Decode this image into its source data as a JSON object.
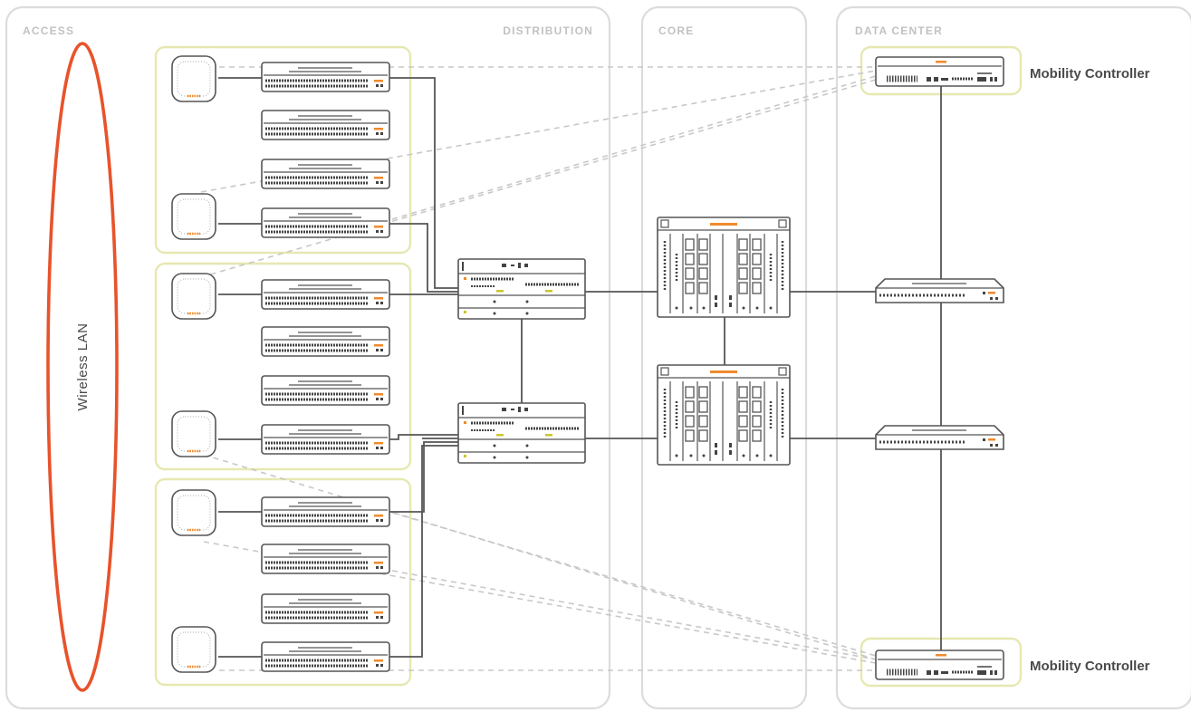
{
  "zones": {
    "access": "ACCESS",
    "distribution": "DISTRIBUTION",
    "core": "CORE",
    "data_center": "DATA CENTER"
  },
  "wireless_lan_label": "Wireless LAN",
  "mobility_controller_top": "Mobility Controller",
  "mobility_controller_bottom": "Mobility Controller",
  "colors": {
    "zone_border": "#dcdcdc",
    "group_highlight": "#e6e8b0",
    "wlan_ellipse": "#e8532b",
    "link": "#555555",
    "tunnel": "#c8c8c8",
    "device_accent": "#f08a2c"
  }
}
